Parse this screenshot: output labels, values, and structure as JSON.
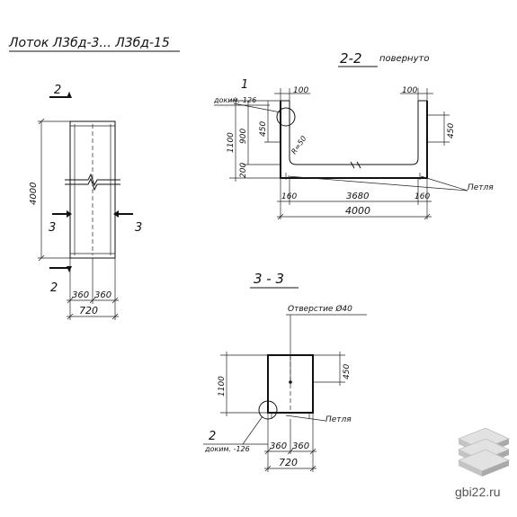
{
  "title": "Лоток Л3бд-3... Л3бд-15",
  "section_2_2": {
    "label": "2-2",
    "note": "повернуто"
  },
  "section_3_3": {
    "label": "3 - 3"
  },
  "plan_view": {
    "cut_top": "2",
    "cut_bottom": "2",
    "cut_left": "3",
    "cut_right": "3",
    "dim_length": "4000",
    "dim_half_left": "360",
    "dim_half_right": "360",
    "dim_width": "720"
  },
  "section_2_2_dims": {
    "callout_number": "1",
    "callout_doc": "доким.-126",
    "top_left": "100",
    "top_right": "100",
    "height_total": "1100",
    "height_900": "900",
    "height_200": "200",
    "depth_left": "450",
    "depth_right": "450",
    "radius": "R=50",
    "base_left": "160",
    "base_mid": "3680",
    "base_right": "160",
    "total_length": "4000",
    "loop_label": "Петля"
  },
  "section_3_3_dims": {
    "hole_label": "Отверстие Ø40",
    "height": "1100",
    "hole_depth": "450",
    "callout_number": "2",
    "callout_doc": "доким. -126",
    "loop_label": "Петля",
    "half_left": "360",
    "half_right": "360",
    "width": "720"
  },
  "watermark": {
    "text": "gbi22.ru"
  },
  "colors": {
    "ink": "#111111",
    "paper": "#ffffff",
    "logo_grey": "#c8c8c8"
  }
}
